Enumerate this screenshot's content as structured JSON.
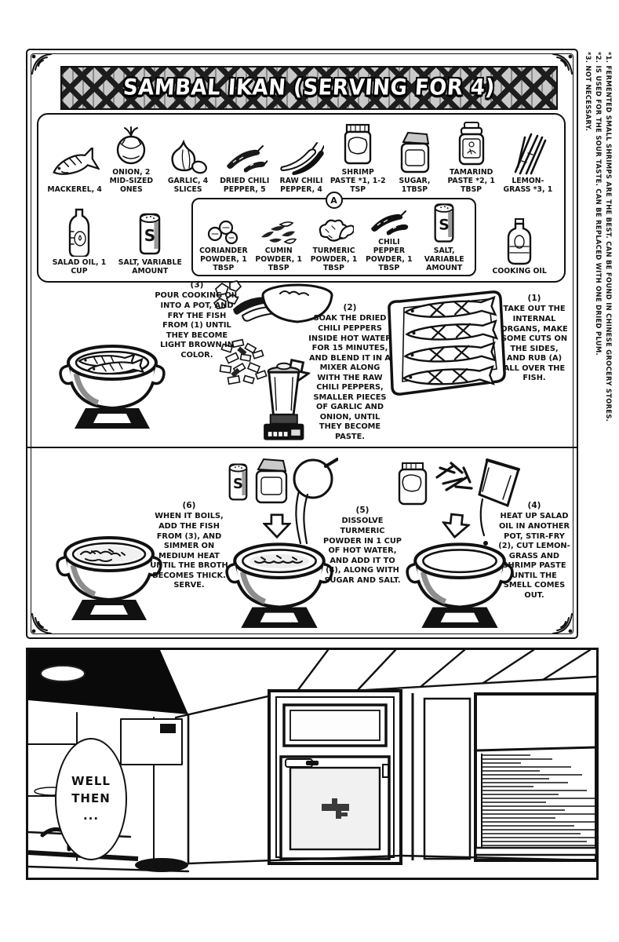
{
  "footnotes": [
    "*1. FERMENTED SMALL SHRIMPS ARE THE BEST. CAN BE FOUND IN CHINESE GROCERY STORES.",
    "*2. IS USED FOR THE SOUR TASTE. CAN BE REPLACED WITH ONE DRIED PLUM.",
    "*3. NOT NECESSARY."
  ],
  "recipe": {
    "title": "SAMBAL IKAN (SERVING FOR 4)",
    "ingredients_row1": [
      {
        "label": "MACKEREL, 4"
      },
      {
        "label": "ONION, 2 MID-SIZED ONES"
      },
      {
        "label": "GARLIC, 4 SLICES"
      },
      {
        "label": "DRIED CHILI PEPPER, 5"
      },
      {
        "label": "RAW CHILI PEPPER, 4"
      },
      {
        "label": "SHRIMP PASTE *1, 1-2 TSP"
      },
      {
        "label": "SUGAR, 1TBSP"
      },
      {
        "label": "TAMARIND PASTE *2, 1 TBSP"
      },
      {
        "label": "LEMON-GRASS *3, 1"
      }
    ],
    "ingredients_row2": [
      {
        "label": "SALAD OIL, 1 CUP"
      },
      {
        "label": "SALT, VARIABLE AMOUNT"
      }
    ],
    "group_a": {
      "label": "A",
      "items": [
        {
          "label": "CORIANDER POWDER, 1 TBSP"
        },
        {
          "label": "CUMIN POWDER, 1 TBSP"
        },
        {
          "label": "TURMERIC POWDER, 1 TBSP"
        },
        {
          "label": "CHILI PEPPER POWDER, 1 TBSP"
        },
        {
          "label": "SALT, VARIABLE AMOUNT"
        }
      ]
    },
    "cooking_oil_label": "COOKING OIL",
    "steps_top": [
      {
        "num": "(3)",
        "text": "POUR COOKING OIL INTO A POT, AND FRY THE FISH FROM (1) UNTIL THEY BECOME LIGHT BROWN IN COLOR."
      },
      {
        "num": "(2)",
        "text": "SOAK THE DRIED CHILI PEPPERS INSIDE HOT WATER FOR 15 MINUTES, AND BLEND IT IN A MIXER ALONG WITH THE RAW CHILI PEPPERS, SMALLER PIECES OF GARLIC AND ONION, UNTIL THEY BECOME PASTE."
      },
      {
        "num": "(1)",
        "text": "TAKE OUT THE INTERNAL ORGANS, MAKE SOME CUTS ON THE SIDES, AND RUB (A) ALL OVER THE FISH."
      }
    ],
    "steps_bottom": [
      {
        "num": "(6)",
        "text": "WHEN IT BOILS, ADD THE FISH FROM (3), AND SIMMER ON MEDIUM HEAT UNTIL THE BROTH BECOMES THICK. SERVE."
      },
      {
        "num": "(5)",
        "text": "DISSOLVE TURMERIC POWDER IN 1 CUP OF HOT WATER, AND ADD IT TO (4), ALONG WITH SUGAR AND SALT."
      },
      {
        "num": "(4)",
        "text": "HEAT UP SALAD OIL IN ANOTHER POT, STIR-FRY (2), CUT LEMON-GRASS AND SHRIMP PASTE UNTIL THE SMELL COMES OUT."
      }
    ]
  },
  "kitchen": {
    "bubble_text": "WELL\nTHEN\n..."
  },
  "icons": {
    "salt_glyph": "S"
  },
  "colors": {
    "ink": "#111111",
    "paper": "#ffffff"
  }
}
